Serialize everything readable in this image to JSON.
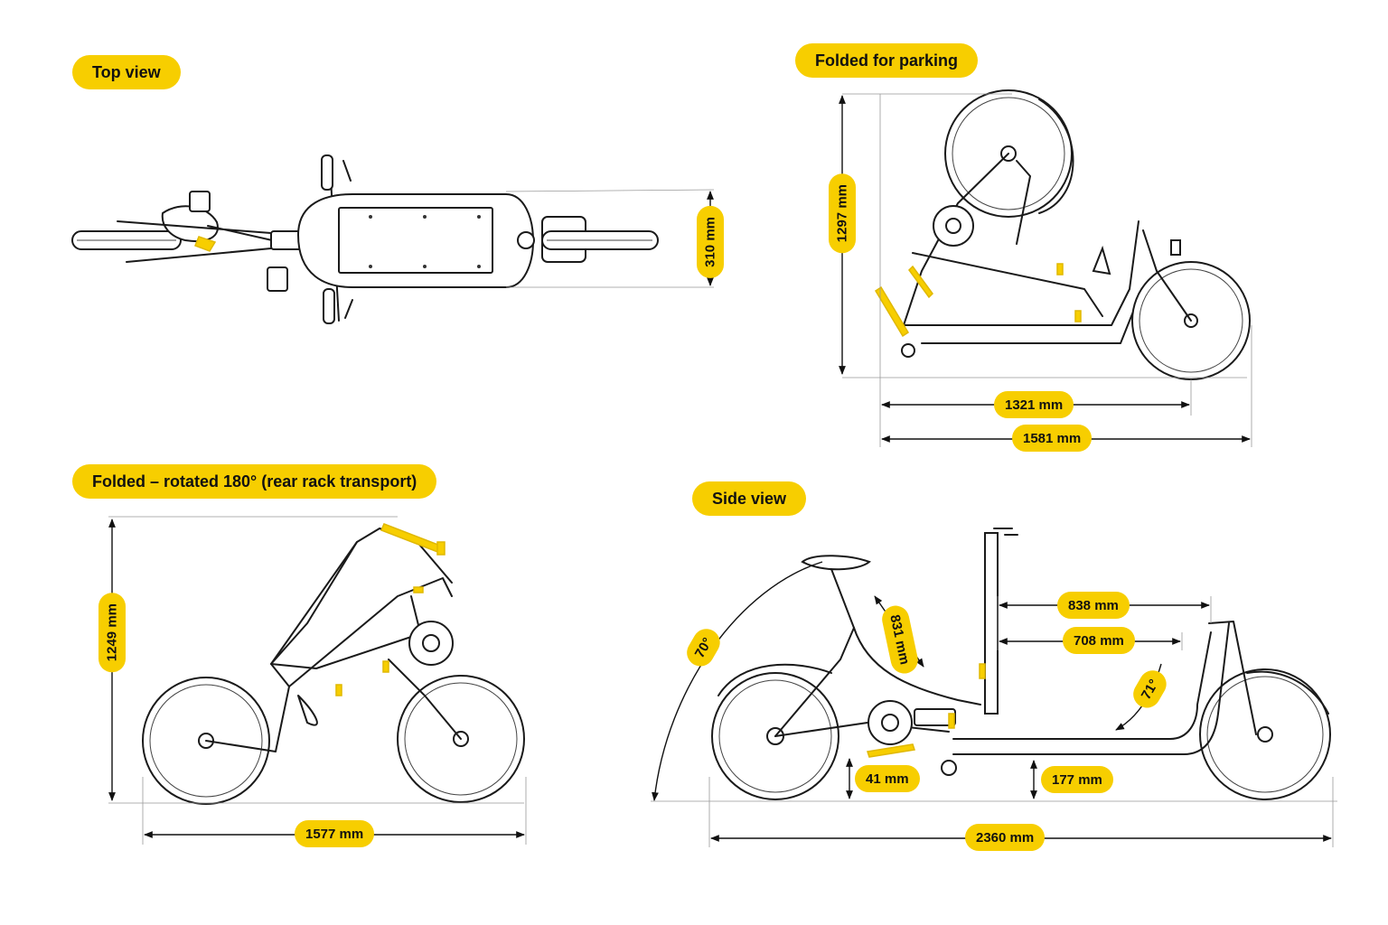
{
  "sections": {
    "top_view": "Top view",
    "folded_parking": "Folded for parking",
    "folded_rotated": "Folded – rotated 180° (rear rack transport)",
    "side_view": "Side view"
  },
  "dimensions": {
    "top_width": "310 mm",
    "parking_height": "1297 mm",
    "parking_length_inner": "1321 mm",
    "parking_length_outer": "1581 mm",
    "rotated_height": "1249 mm",
    "rotated_length": "1577 mm",
    "side_838": "838 mm",
    "side_708": "708 mm",
    "side_seat_tube": "831 mm",
    "side_41": "41 mm",
    "side_177": "177 mm",
    "side_length": "2360 mm",
    "angle_70": "70°",
    "angle_71": "71°"
  },
  "colors": {
    "accent": "#f7ce00",
    "line": "#1a1a1a"
  }
}
